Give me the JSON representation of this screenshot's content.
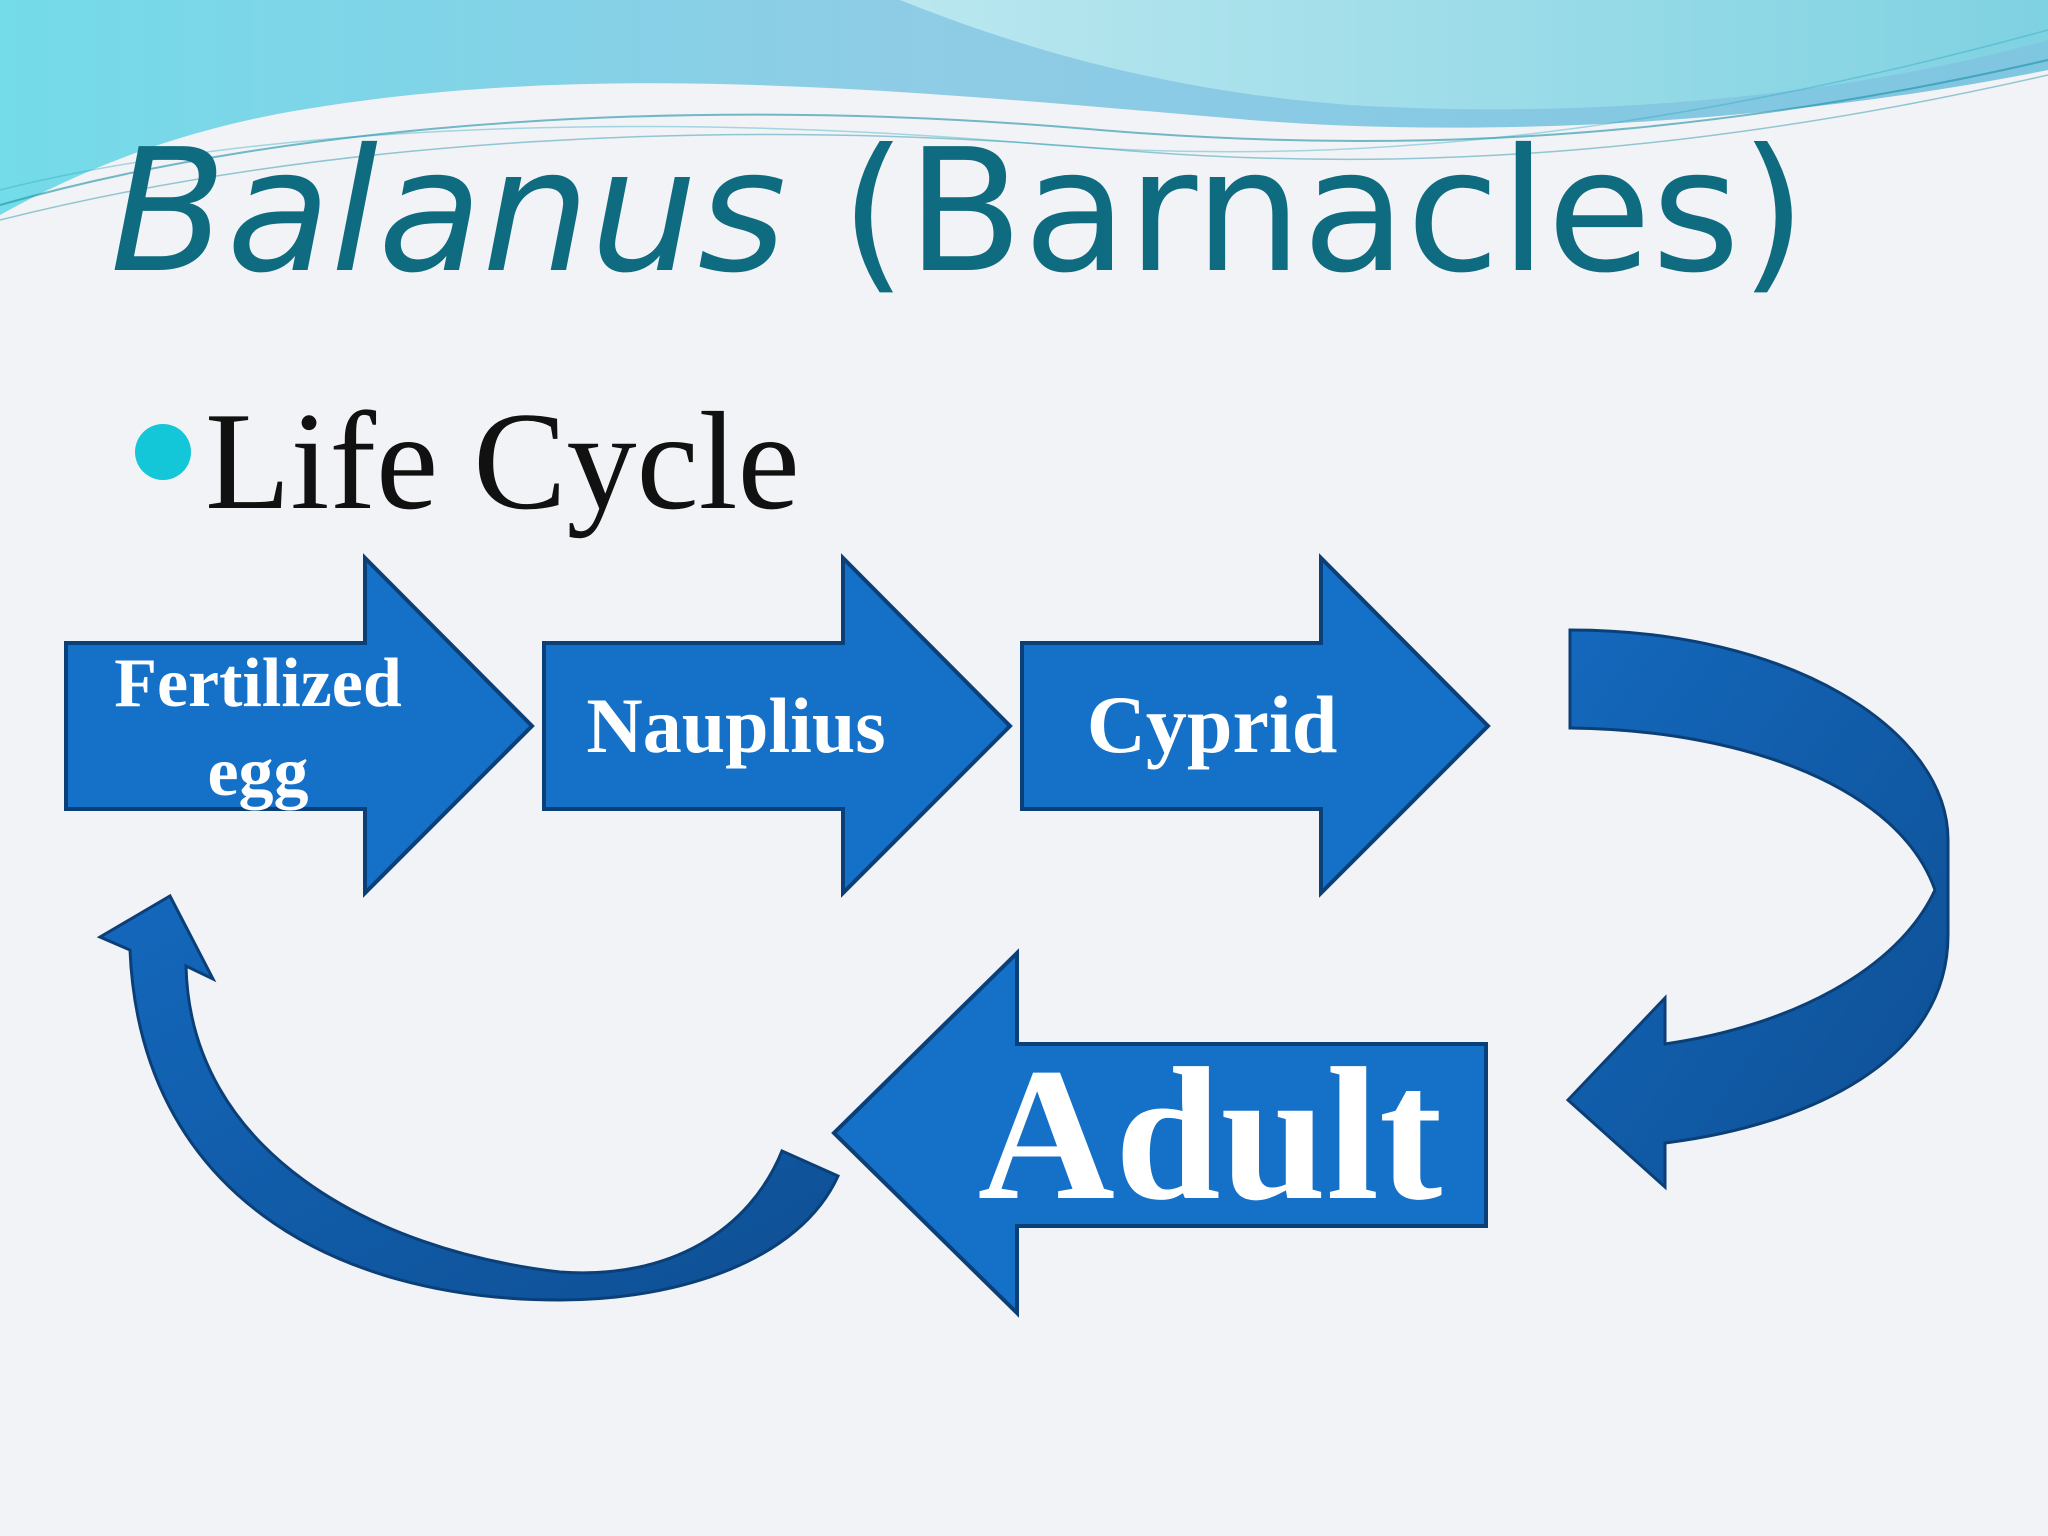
{
  "slide": {
    "title_italic": "Balanus",
    "title_rest": " (Barnacles)",
    "bullet": "Life Cycle"
  },
  "diagram": {
    "stages": {
      "fertilized_line1": "Fertilized",
      "fertilized_line2": "egg",
      "nauplius": "Nauplius",
      "cypris": "Cyprid",
      "adult": "Adult"
    }
  },
  "colors": {
    "title": "#0f6b80",
    "bullet_dot": "#13c6d8",
    "arrow_fill": "#1570c7",
    "arrow_dark": "#0e4f93",
    "arrow_stroke": "#0b3f78",
    "stage_text": "#ffffff",
    "background": "#f2f3f6"
  }
}
